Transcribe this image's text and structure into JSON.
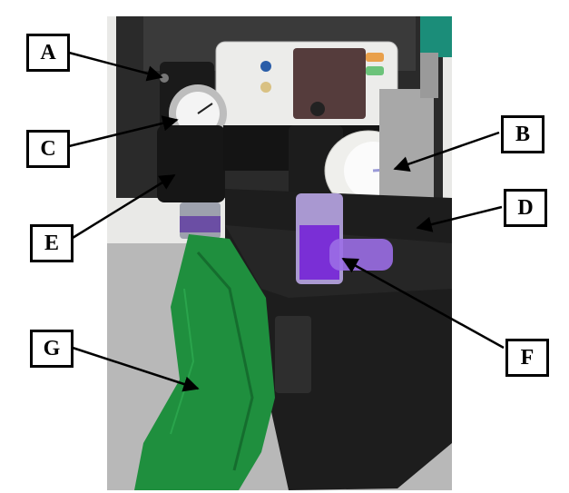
{
  "labels": {
    "A": "A",
    "B": "B",
    "C": "C",
    "D": "D",
    "E": "E",
    "F": "F",
    "G": "G"
  },
  "photo": {
    "case_color": "#1b1b1b",
    "bag_color": "#1f8f3e",
    "floor_color": "#b9b9b9",
    "wall_color": "#e8e8e6"
  }
}
